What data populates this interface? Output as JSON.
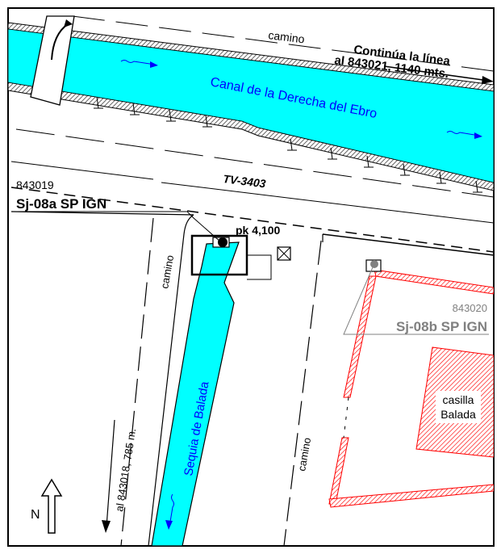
{
  "map": {
    "labels": {
      "canal": "Canal de la Derecha del Ebro",
      "road_top": "camino",
      "continues_line1": "Continúa la línea",
      "continues_line2": "al 843021, 1140 mts.",
      "road_name": "TV-3403",
      "camino_left": "camino",
      "camino_right": "camino",
      "sequia": "Sequia de Balada",
      "to_843018": "al 843018, 785 m.",
      "casilla_line1": "casilla",
      "casilla_line2": "Balada",
      "north": "N"
    },
    "points": {
      "sj08a": {
        "id": "843019",
        "name": "Sj-08a SP IGN",
        "pk": "pk 4,100"
      },
      "sj08b": {
        "id": "843020",
        "name": "Sj-08b SP IGN"
      }
    },
    "colors": {
      "water": "#00ffff",
      "water_arrow": "#0000ff",
      "building_hatch": "#ff0000",
      "secondary_text": "#808080",
      "line": "#000000"
    }
  }
}
